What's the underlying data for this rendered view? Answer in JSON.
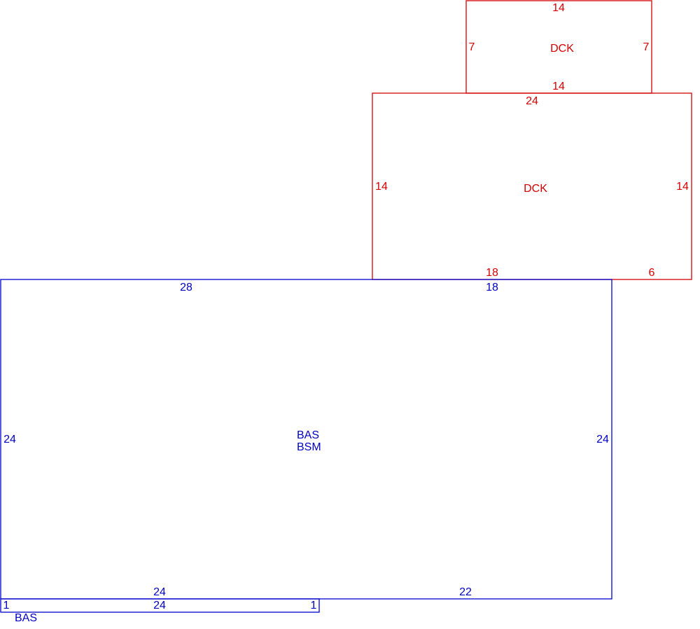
{
  "colors": {
    "deck": "#d40000",
    "base": "#0000c0"
  },
  "dck_small": {
    "label": "DCK",
    "top": "14",
    "left": "7",
    "right": "7",
    "bottom": "14"
  },
  "dck_large": {
    "label": "DCK",
    "top": "24",
    "left": "14",
    "right": "14",
    "bottom_a": "18",
    "bottom_b": "6"
  },
  "bas_main": {
    "label_1": "BAS",
    "label_2": "BSM",
    "top_a": "28",
    "top_b": "18",
    "left": "24",
    "right": "24",
    "bottom_a": "24",
    "bottom_b": "22"
  },
  "bas_strip": {
    "label": "BAS",
    "top": "24",
    "left": "1",
    "right": "1"
  }
}
